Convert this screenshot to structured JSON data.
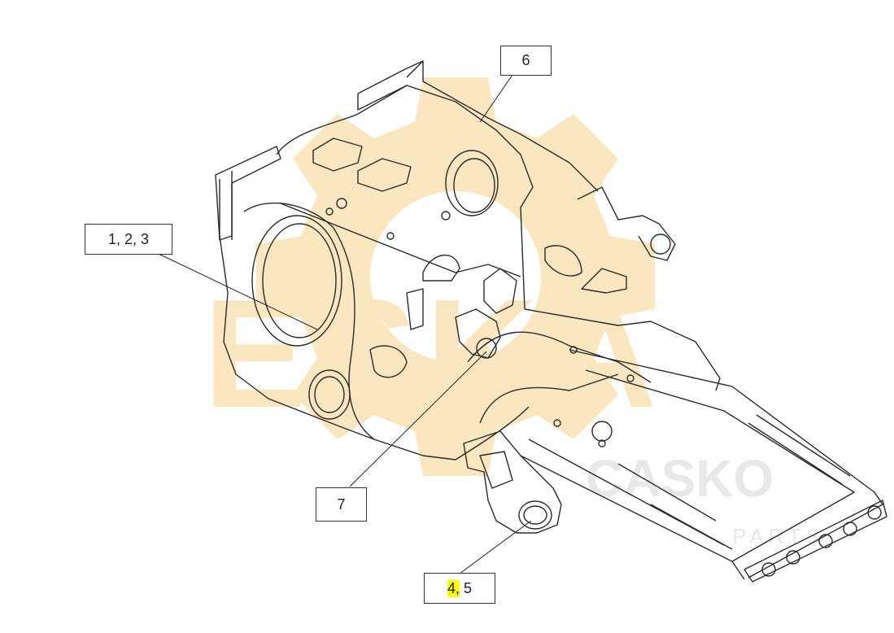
{
  "callouts": {
    "c6": {
      "text": "6"
    },
    "c123": {
      "text": "1, 2, 3"
    },
    "c7": {
      "text": "7"
    },
    "c45": {
      "highlighted": "4,",
      "rest": " 5"
    }
  },
  "colors": {
    "line": "#2a2a2a",
    "watermark": "#fbe3b5",
    "watermark_gray": "#e4e4e4",
    "highlight": "#ffff00"
  },
  "watermark": {
    "brand": "ESKA",
    "logo_text": "CASKO",
    "logo_sub": "PARTS"
  }
}
